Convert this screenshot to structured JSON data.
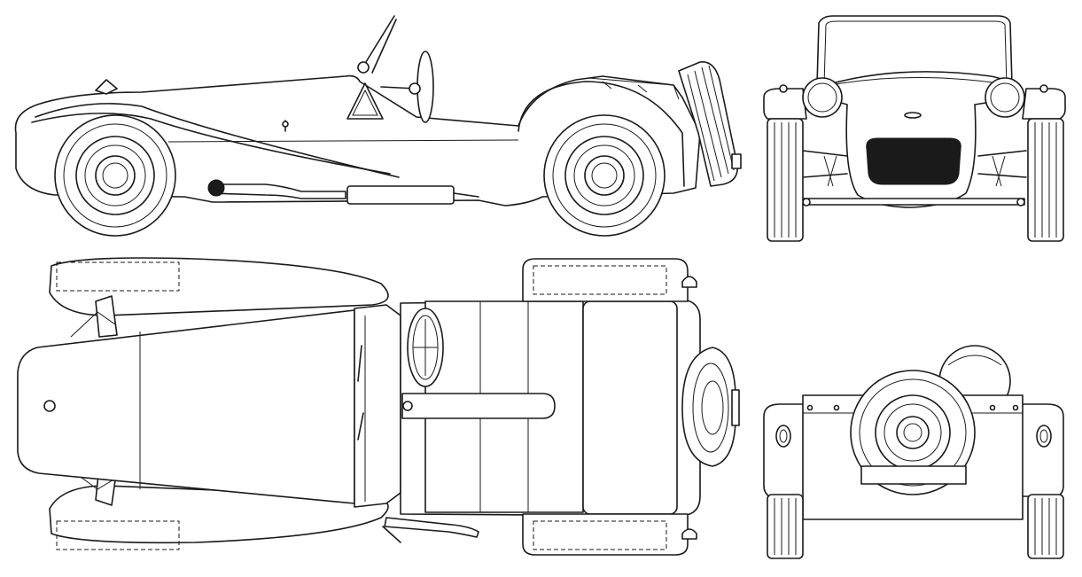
{
  "colors": {
    "ink": "#1a1a1a",
    "paper": "#ffffff"
  },
  "views": [
    "side",
    "front",
    "top",
    "rear"
  ]
}
